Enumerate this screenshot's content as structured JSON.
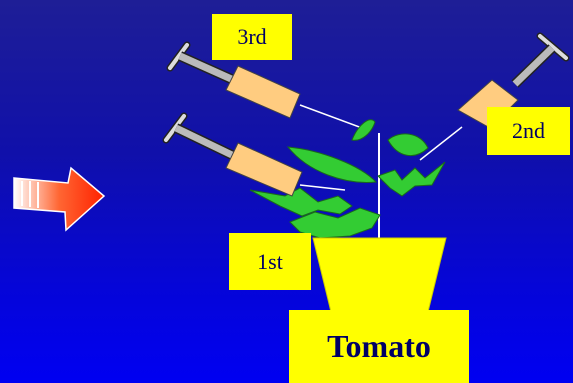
{
  "labels": {
    "third": "3rd",
    "second": "2nd",
    "first": "1st",
    "plant": "Tomato"
  },
  "colors": {
    "background_top": "#1e1e96",
    "background_bottom": "#0000f2",
    "label_fill": "#ffff00",
    "leaf": "#33cc33",
    "syringe_barrel": "#ffcc80",
    "arrow": "#ff3300"
  }
}
